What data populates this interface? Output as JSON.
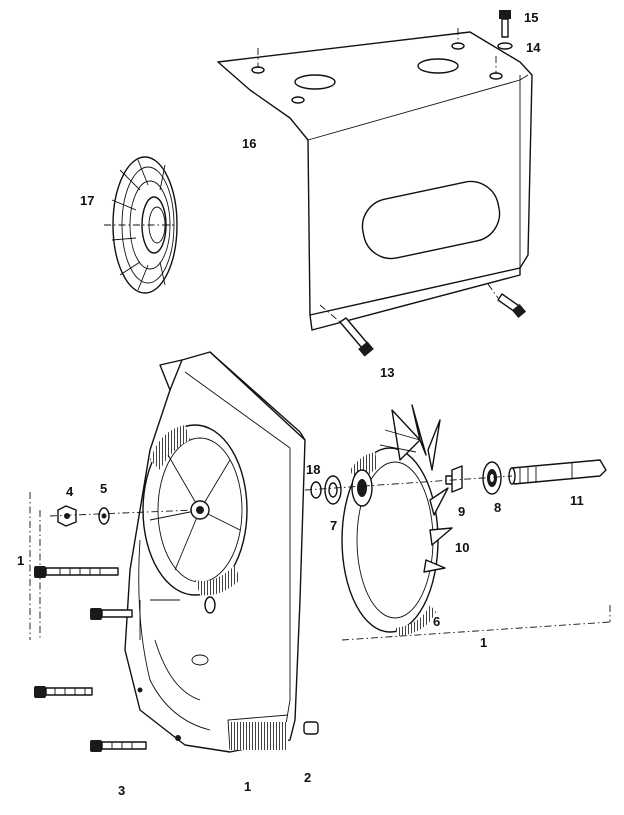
{
  "diagram": {
    "callouts": [
      "15",
      "14",
      "16",
      "17",
      "13",
      "4",
      "5",
      "18",
      "7",
      "9",
      "8",
      "11",
      "1",
      "10",
      "6",
      "1",
      "3",
      "1",
      "2"
    ]
  }
}
